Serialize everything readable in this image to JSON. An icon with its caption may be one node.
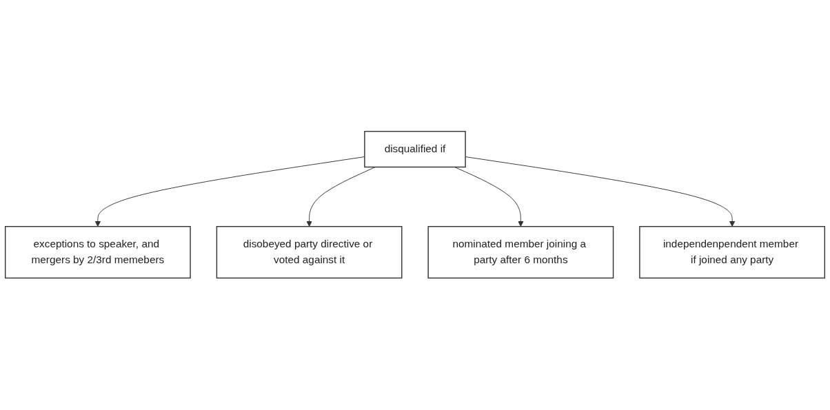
{
  "diagram": {
    "nodes": [
      {
        "text": [
          "exceptions to speaker, and mergers by 2/3rd memebers"
        ]
      },
      {
        "text": [
          "disobeyed party directive or voted against it"
        ]
      },
      {
        "text": [
          "disqualified if"
        ]
      },
      {
        "text": [
          "nominated member joining a party after 6 months"
        ]
      },
      {
        "text": [
          "independenpendent member if joined any party"
        ]
      }
    ],
    "edges": [
      {
        "from": 2,
        "to": 0,
        "arrow": "to"
      },
      {
        "from": 2,
        "to": 1,
        "arrow": "to"
      },
      {
        "from": 2,
        "to": 3,
        "arrow": "to"
      },
      {
        "from": 2,
        "to": 4,
        "arrow": "to"
      }
    ]
  }
}
